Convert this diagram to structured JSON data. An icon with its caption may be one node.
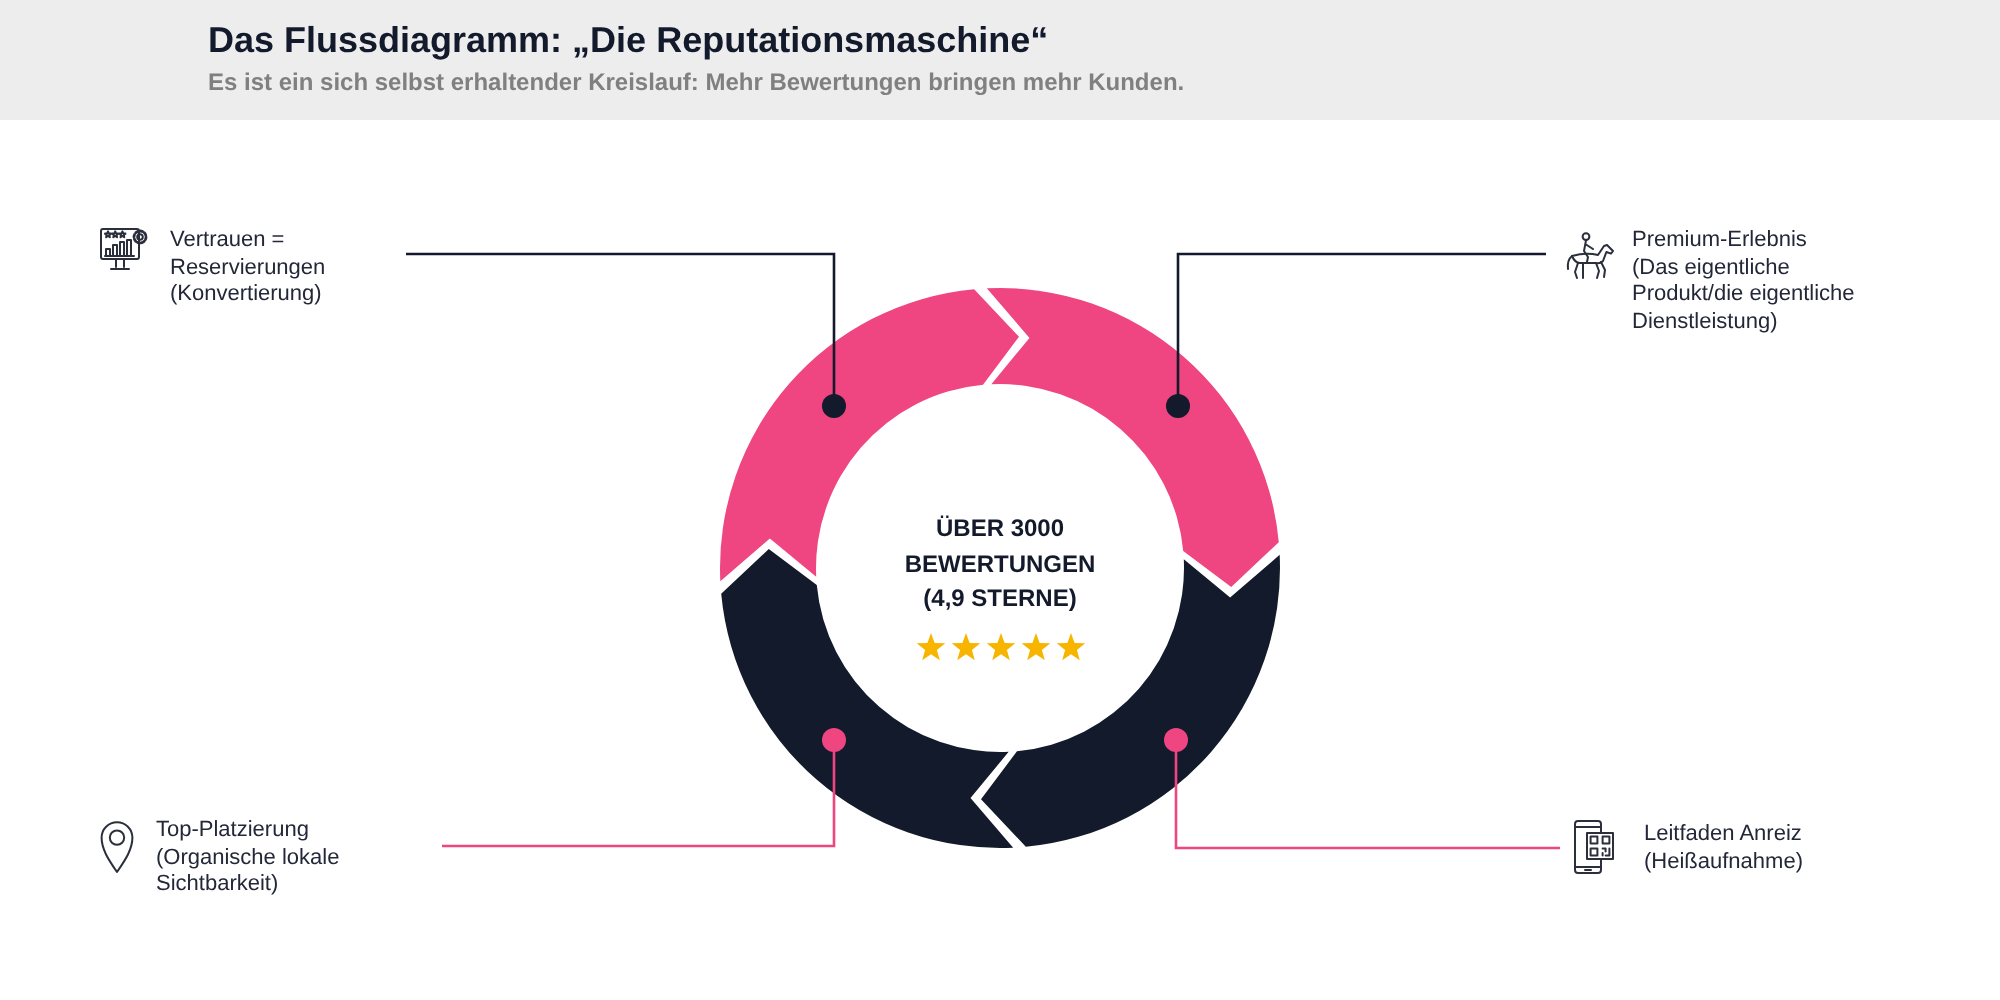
{
  "diagram": {
    "title": "Das Flussdiagramm: „Die Reputationsmaschine“",
    "nodes": [
      {
        "text": [
          "Vertrauen = Reservierungen (Konvertierung)"
        ]
      },
      {
        "text": [
          "Premium-Erlebnis (Das eigentliche Produkt/die eigentliche Dienstleistung)"
        ]
      },
      {
        "text": [],
        "shape": "arrow"
      },
      {
        "text": [],
        "shape": "arrow"
      },
      {
        "text": [],
        "shape": "arrow"
      },
      {
        "text": [],
        "shape": "arrow"
      },
      {
        "text": [
          "ÜBER 3000 BEWERTUNGEN (4,9 STERNE)"
        ]
      },
      {
        "text": [
          "Top-Platzierung (Organische lokale Sichtbarkeit)"
        ]
      },
      {
        "text": [
          "Leitfaden Anreiz (Heißaufnahme)"
        ]
      }
    ],
    "edges": [
      {
        "from": 0,
        "to": 2,
        "arrow": "other"
      },
      {
        "from": 1,
        "to": 3,
        "arrow": "other"
      },
      {
        "from": 7,
        "to": 5,
        "arrow": "other",
        "color": "#ef4580"
      },
      {
        "from": 8,
        "to": 4,
        "arrow": "other",
        "color": "#ef4580"
      }
    ],
    "labels": [
      "Es ist ein sich selbst erhaltender Kreislauf: Mehr Bewertungen bringen mehr Kunden."
    ]
  }
}
